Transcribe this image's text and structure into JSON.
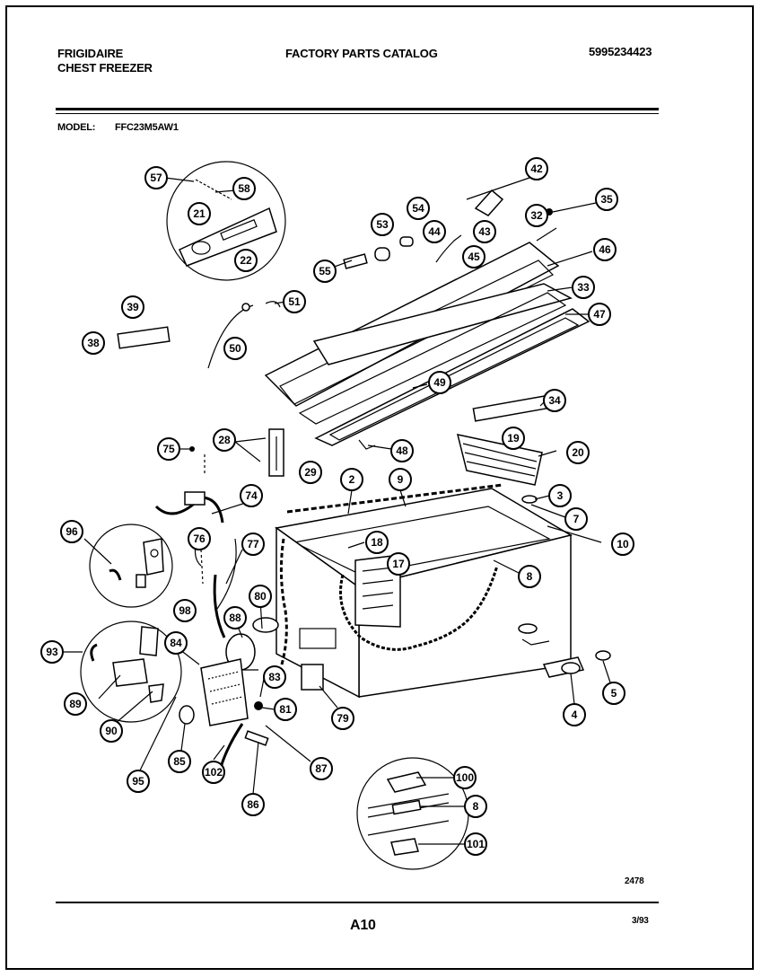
{
  "header": {
    "brand": "FRIGIDAIRE",
    "product": "CHEST FREEZER",
    "catalog_title": "FACTORY PARTS CATALOG",
    "catalog_number": "5995234423",
    "model_label": "MODEL:",
    "model_value": "FFC23M5AW1"
  },
  "footer": {
    "drawing_code": "2478",
    "page_label": "A10",
    "date": "3/93"
  },
  "callouts": [
    "57",
    "58",
    "21",
    "22",
    "42",
    "35",
    "53",
    "54",
    "44",
    "43",
    "32",
    "46",
    "55",
    "45",
    "51",
    "33",
    "47",
    "39",
    "38",
    "50",
    "49",
    "34",
    "75",
    "28",
    "29",
    "48",
    "19",
    "20",
    "2",
    "9",
    "3",
    "7",
    "74",
    "18",
    "10",
    "96",
    "76",
    "77",
    "17",
    "8",
    "80",
    "98",
    "88",
    "93",
    "84",
    "83",
    "89",
    "81",
    "79",
    "90",
    "4",
    "5",
    "85",
    "102",
    "95",
    "87",
    "86",
    "100",
    "101"
  ]
}
